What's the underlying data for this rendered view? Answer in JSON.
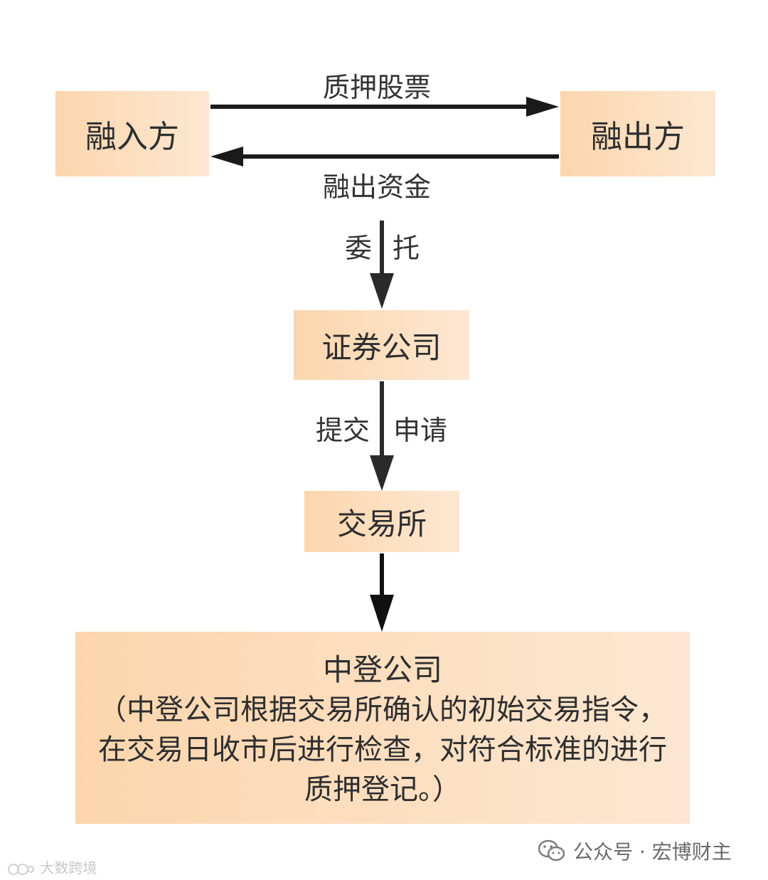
{
  "nodes": {
    "borrower": "融入方",
    "lender": "融出方",
    "broker": "证券公司",
    "exchange": "交易所",
    "csdc_title": "中登公司",
    "csdc_note": "（中登公司根据交易所确认的初始交易指令，在交易日收市后进行检查，对符合标准的进行质押登记。）"
  },
  "edges": {
    "pledge_stock": "质押股票",
    "lend_funds": "融出资金",
    "entrust_left": "委",
    "entrust_right": "托",
    "submit_left": "提交",
    "submit_right": "申请"
  },
  "watermarks": {
    "left": "大数跨境",
    "right": "公众号 · 宏博财主"
  },
  "colors": {
    "box_fill_start": "#fbd6ad",
    "box_fill_end": "#fde7d2",
    "arrow": "#1a1a1a"
  },
  "icons": {
    "wechat": "wechat-icon",
    "watermark_logo": "watermark-logo-icon"
  }
}
